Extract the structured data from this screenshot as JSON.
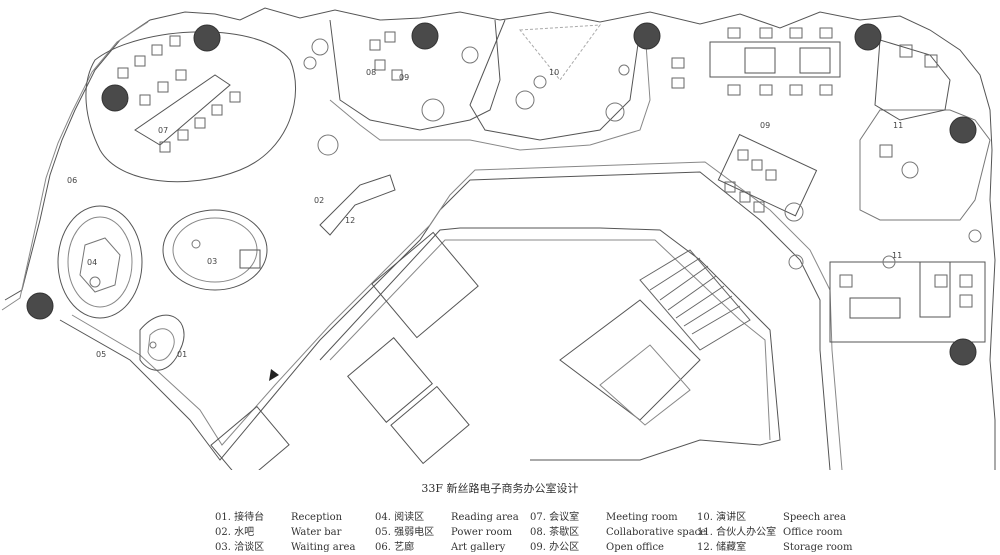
{
  "plan": {
    "room_labels": [
      "01",
      "02",
      "03",
      "04",
      "05",
      "06",
      "07",
      "08",
      "09",
      "10",
      "09",
      "11",
      "11",
      "12"
    ]
  },
  "title": "33F 新丝路电子商务办公室设计",
  "legend": [
    [
      {
        "zh": "01. 接待台",
        "en": "Reception"
      },
      {
        "zh": "02. 水吧",
        "en": "Water bar"
      },
      {
        "zh": "03. 洽谈区",
        "en": "Waiting area"
      }
    ],
    [
      {
        "zh": "04. 阅读区",
        "en": "Reading area"
      },
      {
        "zh": "05. 强弱电区",
        "en": "Power room"
      },
      {
        "zh": "06. 艺廊",
        "en": "Art gallery"
      }
    ],
    [
      {
        "zh": "07. 会议室",
        "en": "Meeting room"
      },
      {
        "zh": "08. 茶歇区",
        "en": "Collaborative space"
      },
      {
        "zh": "09. 办公区",
        "en": "Open office"
      }
    ],
    [
      {
        "zh": "10. 演讲区",
        "en": "Speech area"
      },
      {
        "zh": "11. 合伙人办公室",
        "en": "Office room"
      },
      {
        "zh": "12. 储藏室",
        "en": "Storage room"
      }
    ]
  ]
}
